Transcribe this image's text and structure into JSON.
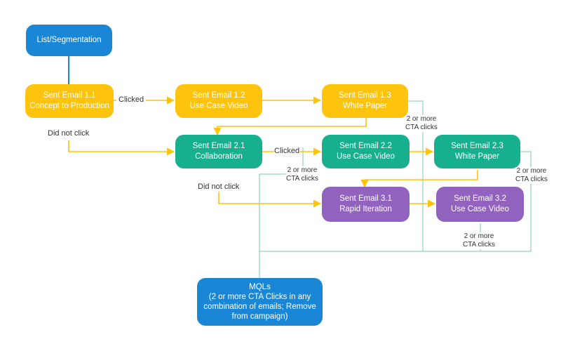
{
  "colors": {
    "blue": "#1a87d6",
    "yellow": "#fec30c",
    "green": "#16b08e",
    "purple": "#9162be",
    "green_line": "#8fd3c0",
    "blue_line": "#1a87d6"
  },
  "nodes": {
    "list_segmentation": {
      "line1": "List/Segmentation"
    },
    "email_1_1": {
      "line1": "Sent Email 1.1",
      "line2": "Concept to Production"
    },
    "email_1_2": {
      "line1": "Sent Email 1.2",
      "line2": "Use Case Video"
    },
    "email_1_3": {
      "line1": "Sent Email 1.3",
      "line2": "White Paper"
    },
    "email_2_1": {
      "line1": "Sent Email 2.1",
      "line2": "Collaboration"
    },
    "email_2_2": {
      "line1": "Sent Email 2.2",
      "line2": "Use Case Video"
    },
    "email_2_3": {
      "line1": "Sent Email 2.3",
      "line2": "White Paper"
    },
    "email_3_1": {
      "line1": "Sent Email 3.1",
      "line2": "Rapid Iteration"
    },
    "email_3_2": {
      "line1": "Sent Email 3.2",
      "line2": "Use Case Video"
    },
    "mqls": {
      "line1": "MQLs",
      "line2": "(2 or more CTA Clicks in any",
      "line3": "combination of emails; Remove",
      "line4": "from campaign)"
    }
  },
  "edge_labels": {
    "clicked_1": "Clicked",
    "did_not_click_1": "Did not click",
    "clicked_2": "Clicked",
    "did_not_click_2": "Did not click",
    "cta_1": {
      "line1": "2 or more",
      "line2": "CTA clicks"
    },
    "cta_2": {
      "line1": "2 or more",
      "line2": "CTA clicks"
    },
    "cta_3": {
      "line1": "2 or more",
      "line2": "CTA clicks"
    },
    "cta_4": {
      "line1": "2 or more",
      "line2": "CTA clicks"
    }
  }
}
